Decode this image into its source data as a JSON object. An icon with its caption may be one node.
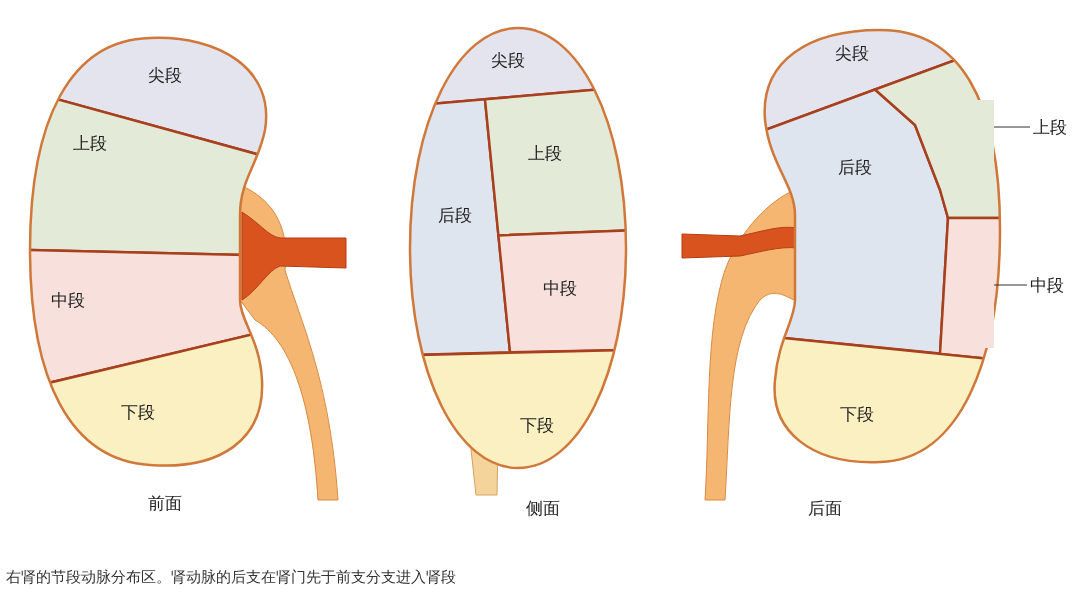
{
  "diagram": {
    "caption": "右肾的节段动脉分布区。肾动脉的后支在肾门先于前支分支进入肾段",
    "nodes": [
      {
        "text": [
          "尖段"
        ]
      },
      {
        "text": [
          "上段"
        ]
      },
      {
        "text": [
          "中段"
        ]
      },
      {
        "text": [
          "下段"
        ]
      },
      {
        "text": [
          "尖段"
        ]
      },
      {
        "text": [
          "后段"
        ]
      },
      {
        "text": [
          "上段"
        ]
      },
      {
        "text": [
          "中段"
        ]
      },
      {
        "text": [
          "下段"
        ]
      },
      {
        "text": [
          "尖段"
        ]
      },
      {
        "text": [
          "后段"
        ]
      },
      {
        "text": [],
        "shape": "region"
      },
      {
        "text": [],
        "shape": "region"
      },
      {
        "text": [
          "下段"
        ]
      },
      {
        "text": [
          "上段"
        ]
      },
      {
        "text": [
          "中段"
        ]
      }
    ],
    "edges": [
      {
        "from": 14,
        "to": 11,
        "arrow": "none"
      },
      {
        "from": 15,
        "to": 12,
        "arrow": "none"
      }
    ],
    "labels": [
      "前面",
      "侧面",
      "后面"
    ]
  }
}
